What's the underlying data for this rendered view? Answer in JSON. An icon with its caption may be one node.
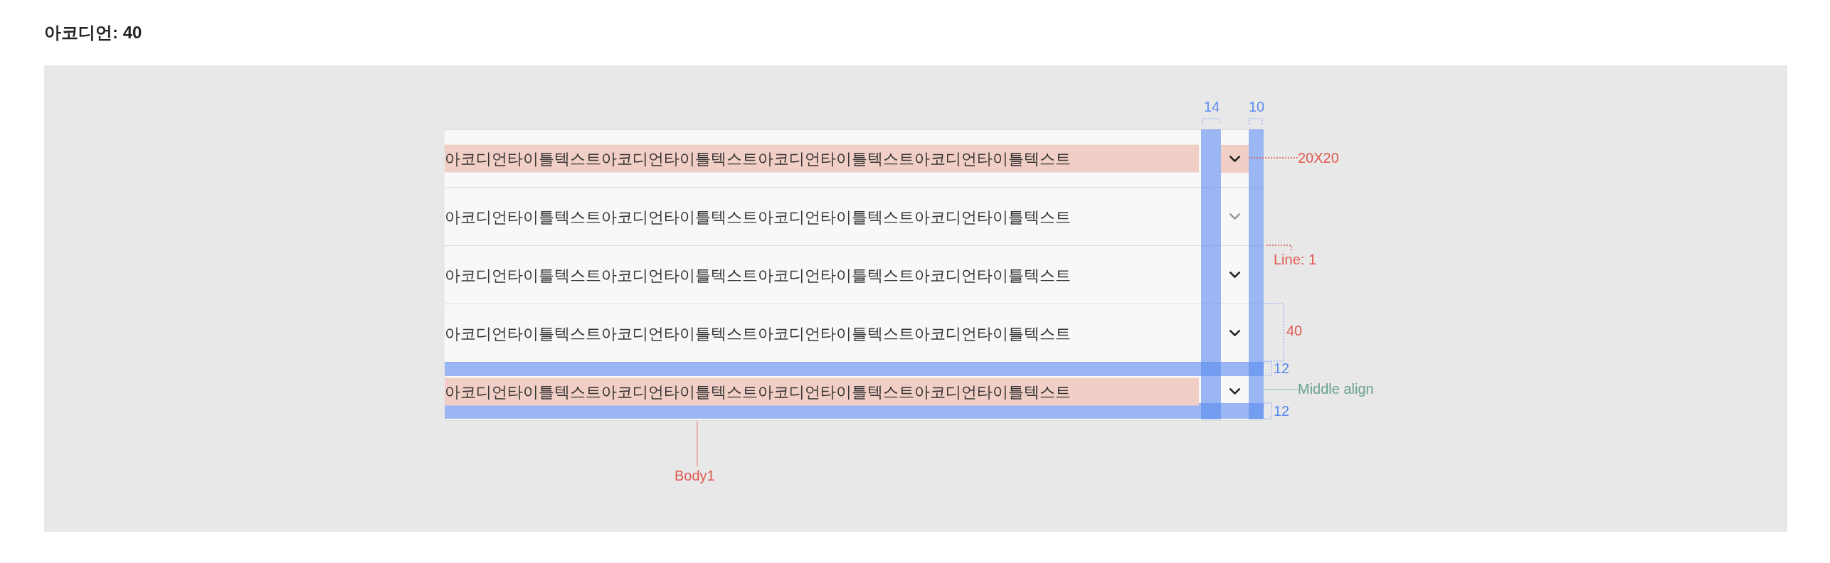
{
  "diagram": {
    "title": "아코디언: 40",
    "nodes": [
      {
        "text": [
          "아코디언타이틀텍스트아코디언타이틀텍스트아코디언타이틀텍스트아코디언타이틀텍스트"
        ]
      },
      {
        "text": [
          "아코디언타이틀텍스트아코디언타이틀텍스트아코디언타이틀텍스트아코디언타이틀텍스트"
        ]
      },
      {
        "text": [
          "아코디언타이틀텍스트아코디언타이틀텍스트아코디언타이틀텍스트아코디언타이틀텍스트"
        ]
      },
      {
        "text": [
          "아코디언타이틀텍스트아코디언타이틀텍스트아코디언타이틀텍스트아코디언타이틀텍스트"
        ]
      },
      {
        "text": [
          "아코디언타이틀텍스트아코디언타이틀텍스트아코디언타이틀텍스트아코디언타이틀텍스트"
        ]
      },
      {
        "text": [],
        "shape": "box",
        "in": 0
      },
      {
        "text": [
          "20X20"
        ]
      },
      {
        "text": [
          "Line: 1"
        ]
      },
      {
        "text": [
          "Body1"
        ]
      },
      {
        "text": [
          "Middle align"
        ]
      },
      {
        "text": [],
        "shape": "bar"
      },
      {
        "text": [],
        "shape": "bar"
      },
      {
        "text": [],
        "shape": "bar",
        "in": 4
      },
      {
        "text": [],
        "shape": "bar",
        "in": 4
      }
    ],
    "edges": [
      {
        "from": 6,
        "to": 5,
        "arrow": "none",
        "style": "dashed",
        "color": "#e0584f"
      },
      {
        "from": 7,
        "to": null,
        "arrow": "none",
        "style": "dashed",
        "color": "#e0584f"
      },
      {
        "from": 8,
        "to": 4,
        "arrow": "none",
        "color": "#e89a9a"
      },
      {
        "from": 9,
        "to": 4,
        "arrow": "none",
        "color": "#a9cfc2"
      }
    ],
    "labels": [
      "14",
      "10",
      "40",
      "12",
      "12"
    ]
  }
}
